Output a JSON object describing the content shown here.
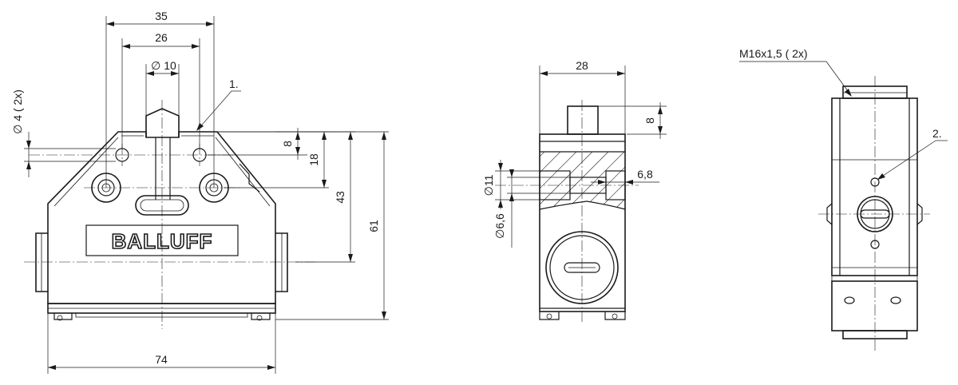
{
  "brand": {
    "logo_text": "BALLUFF"
  },
  "front_view": {
    "dimensions": {
      "width_top_outer": "35",
      "width_top_inner": "26",
      "plunger_diameter": "∅ 10",
      "mounting_hole_diameter": "∅ 4  ( 2x)",
      "height_small": "8",
      "height_18": "18",
      "height_43": "43",
      "height_61": "61",
      "total_width": "74"
    },
    "callouts": {
      "plunger": "1."
    }
  },
  "side_view": {
    "dimensions": {
      "width": "28",
      "plunger_height": "8",
      "bore_outer": "∅11",
      "bore_inner": "∅6,6",
      "bore_depth": "6,8"
    }
  },
  "end_view": {
    "dimensions": {
      "thread": "M16x1,5  ( 2x)"
    },
    "callouts": {
      "screw": "2."
    }
  }
}
